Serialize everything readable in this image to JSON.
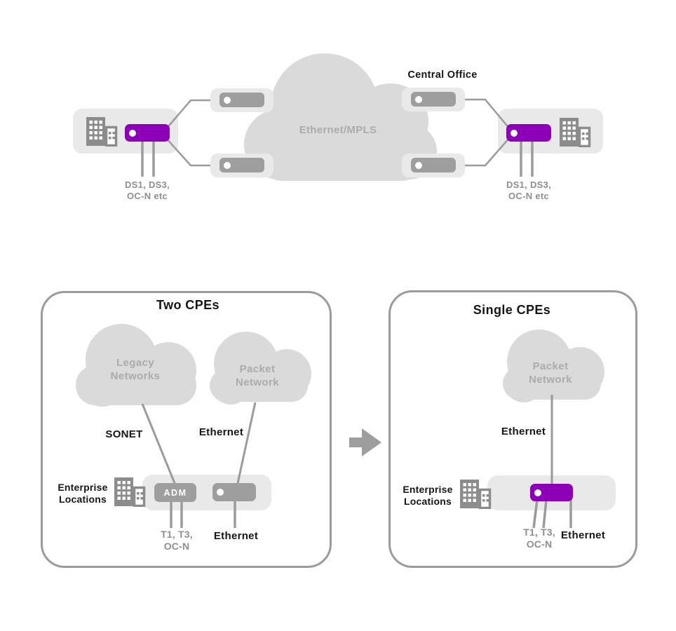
{
  "colors": {
    "accent_purple": "#8c00b8",
    "cloud_gray": "#dadada",
    "container_gray": "#e9e9e9",
    "device_gray": "#9e9e9e",
    "line_gray": "#9b9b9b",
    "text_dark": "#161616",
    "text_gray": "#8f8f8f",
    "cloud_text_gray": "#ababab"
  },
  "top_diagram": {
    "cloud_label": "Ethernet/MPLS",
    "central_office_label": "Central Office",
    "left_site": {
      "interfaces_line1": "DS1, DS3,",
      "interfaces_line2": "OC-N etc"
    },
    "right_site": {
      "interfaces_line1": "DS1, DS3,",
      "interfaces_line2": "OC-N etc"
    }
  },
  "two_cpes_panel": {
    "title": "Two CPEs",
    "legacy_cloud_line1": "Legacy",
    "legacy_cloud_line2": "Networks",
    "packet_cloud_line1": "Packet",
    "packet_cloud_line2": "Network",
    "sonet_link_label": "SONET",
    "ethernet_link_label": "Ethernet",
    "enterprise_line1": "Enterprise",
    "enterprise_line2": "Locations",
    "adm_device_label": "ADM",
    "interfaces_line1": "T1, T3,",
    "interfaces_line2": "OC-N",
    "ethernet_port_label": "Ethernet"
  },
  "single_cpes_panel": {
    "title": "Single CPEs",
    "packet_cloud_line1": "Packet",
    "packet_cloud_line2": "Network",
    "ethernet_link_label": "Ethernet",
    "enterprise_line1": "Enterprise",
    "enterprise_line2": "Locations",
    "interfaces_line1": "T1, T3,",
    "interfaces_line2": "OC-N",
    "ethernet_port_label": "Ethernet"
  }
}
